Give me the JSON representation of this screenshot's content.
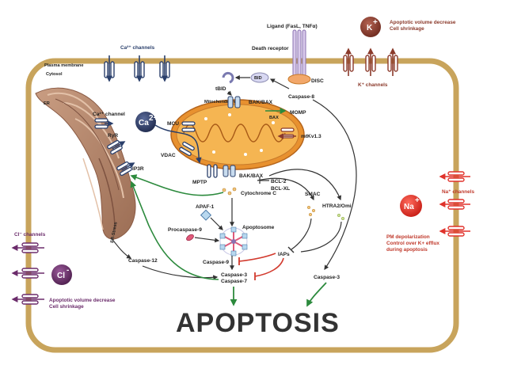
{
  "title": "APOPTOSIS",
  "labels": {
    "plasma_membrane": "Plasma membrane",
    "cytosol": "Cytosol",
    "er": "ER",
    "er_stress": "ER-Stress",
    "ca_channels": "Ca²⁺ channels",
    "ca_channel": "Ca²⁺ channel",
    "ryr": "RyR",
    "ip3r": "IP3R",
    "mcu": "MCU",
    "vdac": "VDAC",
    "mptp": "MPTP",
    "mitochondrion": "Mitochondrion",
    "bak_bax_top": "BAK/BAX",
    "bak_bax_bottom": "BAK/BAX",
    "bax": "BAX",
    "momp": "MOMP",
    "mtkv": "mtKv1.3",
    "bcl2": "BCL-2",
    "bclxl": "BCL-XL",
    "tbid": "tBID",
    "bid": "BID",
    "ligand": "Ligand (FasL, TNFα)",
    "death_receptor": "Death receptor",
    "disc": "DISC",
    "caspase8": "Caspase-8",
    "cytochrome_c": "Cytochrome C",
    "apaf1": "APAF-1",
    "procaspase9": "Procaspase-9",
    "apoptosome": "Apoptosome",
    "smac": "SMAC",
    "htra2": "HTRA2/Omi",
    "iaps": "IAPs",
    "caspase9": "Caspase-9",
    "caspase3_7a": "Caspase-3",
    "caspase3_7b": "Caspase-7",
    "caspase12": "Caspase-12",
    "caspase3_right": "Caspase-3",
    "k_channels": "K⁺ channels",
    "na_channels": "Na⁺ channels",
    "cl_channels": "Cl⁻ channels"
  },
  "ions": {
    "ca": "Ca",
    "ca_sup": "2+",
    "k": "K",
    "k_sup": "+",
    "na": "Na",
    "na_sup": "+",
    "cl": "Cl",
    "cl_sup": "-"
  },
  "notes": {
    "k_line1": "Apoptotic volume decrease",
    "k_line2": "Cell shrinkage",
    "cl_line1": "Apoptotic volume decrease",
    "cl_line2": "Cell shrinkage",
    "na_line1": "PM depolarization",
    "na_line2": "Control over K+ efflux",
    "na_line3": "during apoptosis"
  },
  "colors": {
    "membrane": "#c8a45c",
    "cell_fill": "#ffffff",
    "er": "#b78a6f",
    "mito_outer": "#e8912f",
    "mito_inner": "#f5b552",
    "ca_ion": "#2f3b63",
    "k_ion": "#8b3a2b",
    "na_ion": "#e0322b",
    "cl_ion": "#6b2c6b",
    "green_arrow": "#2c8a3d",
    "red_inhibit": "#d23a2e"
  }
}
